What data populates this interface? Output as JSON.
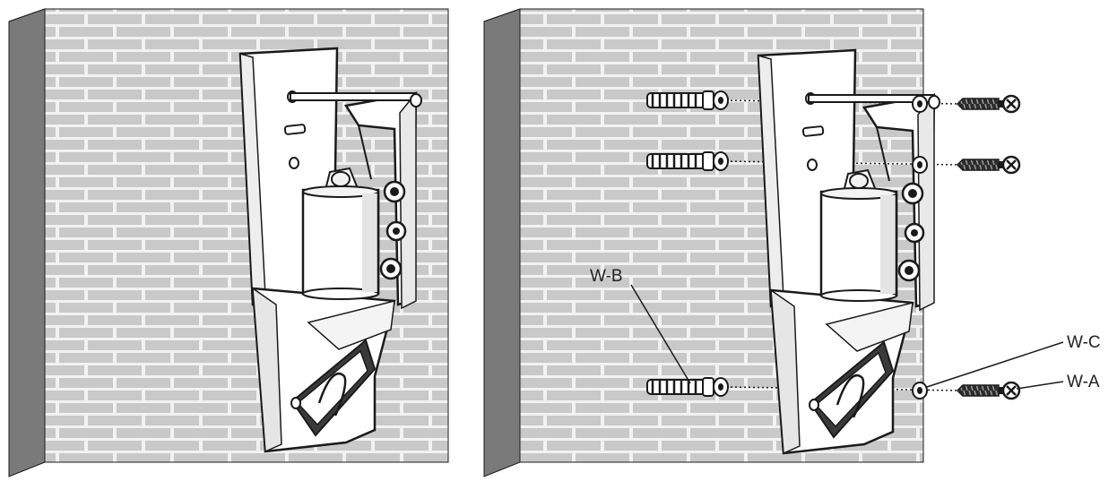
{
  "labels": {
    "wb": "W-B",
    "wc": "W-C",
    "wa": "W-A"
  },
  "colors": {
    "brick_face": "#c9c9c9",
    "mortar": "#f2f2f2",
    "wall_side": "#7a7a7a",
    "wall_top": "#a4a4a4",
    "outline": "#1a1a1a",
    "metal_light": "#ffffff",
    "metal_shade": "#e6e6e6"
  },
  "icons": {
    "anchor": "wall-plug-anchor-icon",
    "screw": "phillips-screw-icon",
    "washer": "washer-icon"
  }
}
